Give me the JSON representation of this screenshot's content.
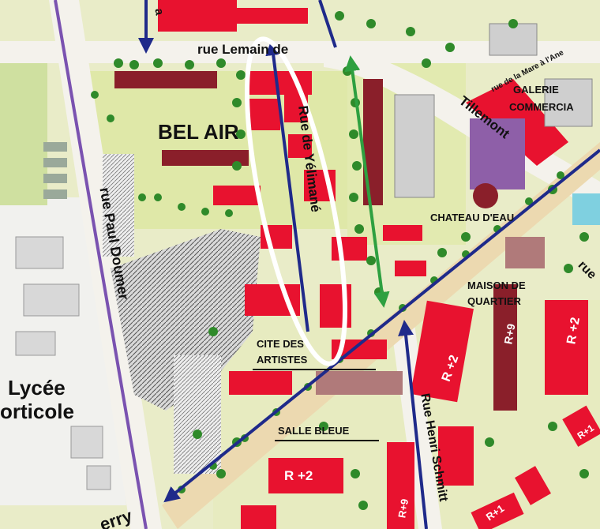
{
  "streets": {
    "top": "rue Lemain de",
    "tillemont": "Tillemont",
    "mare": "rue de la Mare à l'Ane",
    "doumer": "rue Paul Doumer",
    "yelimane": "Rue de Yélimané",
    "henri": "Rue Henri Schmitt",
    "bottom": "erry",
    "top_left": "a",
    "right_edge": "rue"
  },
  "places": {
    "bel_air": "BEL AIR",
    "galerie_1": "GALERIE",
    "galerie_2": "COMMERCIA",
    "chateau": "CHATEAU D'EAU",
    "maison_1": "MAISON DE",
    "maison_2": "QUARTIER",
    "cite_1": "CITE DES",
    "cite_2": "ARTISTES",
    "salle": "SALLE BLEUE",
    "lycee_1": "Lycée",
    "lycee_2": "orticole"
  },
  "building_heights": {
    "r2_a": "R +2",
    "r9_a": "R+9",
    "r2_b": "R +2",
    "r2_c": "R +2",
    "r9_b": "R+9",
    "r1": "R+1",
    "r1_b": "R+1"
  },
  "colors": {
    "building_red": "#e8122f",
    "building_dark": "#8a1f2a",
    "road_white": "#f4f2ec",
    "arrow_blue": "#1f2a8a",
    "arrow_green": "#2ea040",
    "boundary_purple": "#7a52b0",
    "highlight_ellipse": "#ffffff",
    "tree_green": "#2f8a2a",
    "lawn_green": "#c8d86a"
  }
}
